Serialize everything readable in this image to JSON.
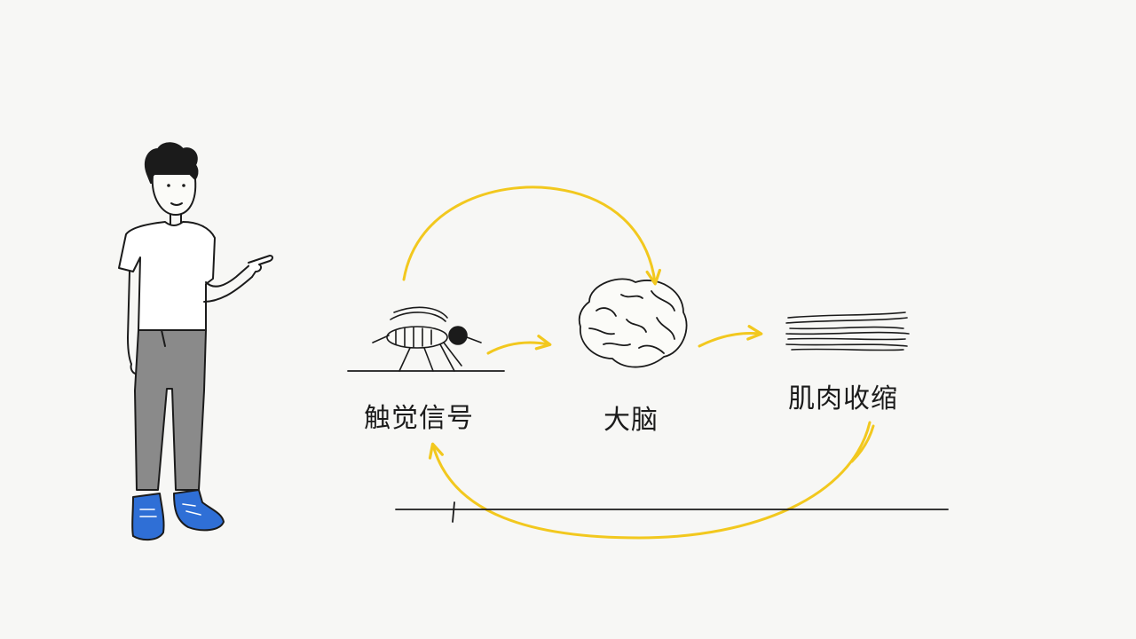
{
  "nodes": {
    "touch_signal": "触觉信号",
    "brain": "大脑",
    "muscle_contraction": "肌肉收缩"
  },
  "colors": {
    "background": "#f7f7f5",
    "ink": "#1b1b1b",
    "arrow_yellow": "#f2c81e",
    "pants_gray": "#8a8a8a",
    "shoe_blue": "#2f6fd6"
  },
  "icons": {
    "person": "person-pointing-icon",
    "mosquito": "mosquito-icon",
    "brain": "brain-icon",
    "muscle": "muscle-fibers-icon"
  }
}
